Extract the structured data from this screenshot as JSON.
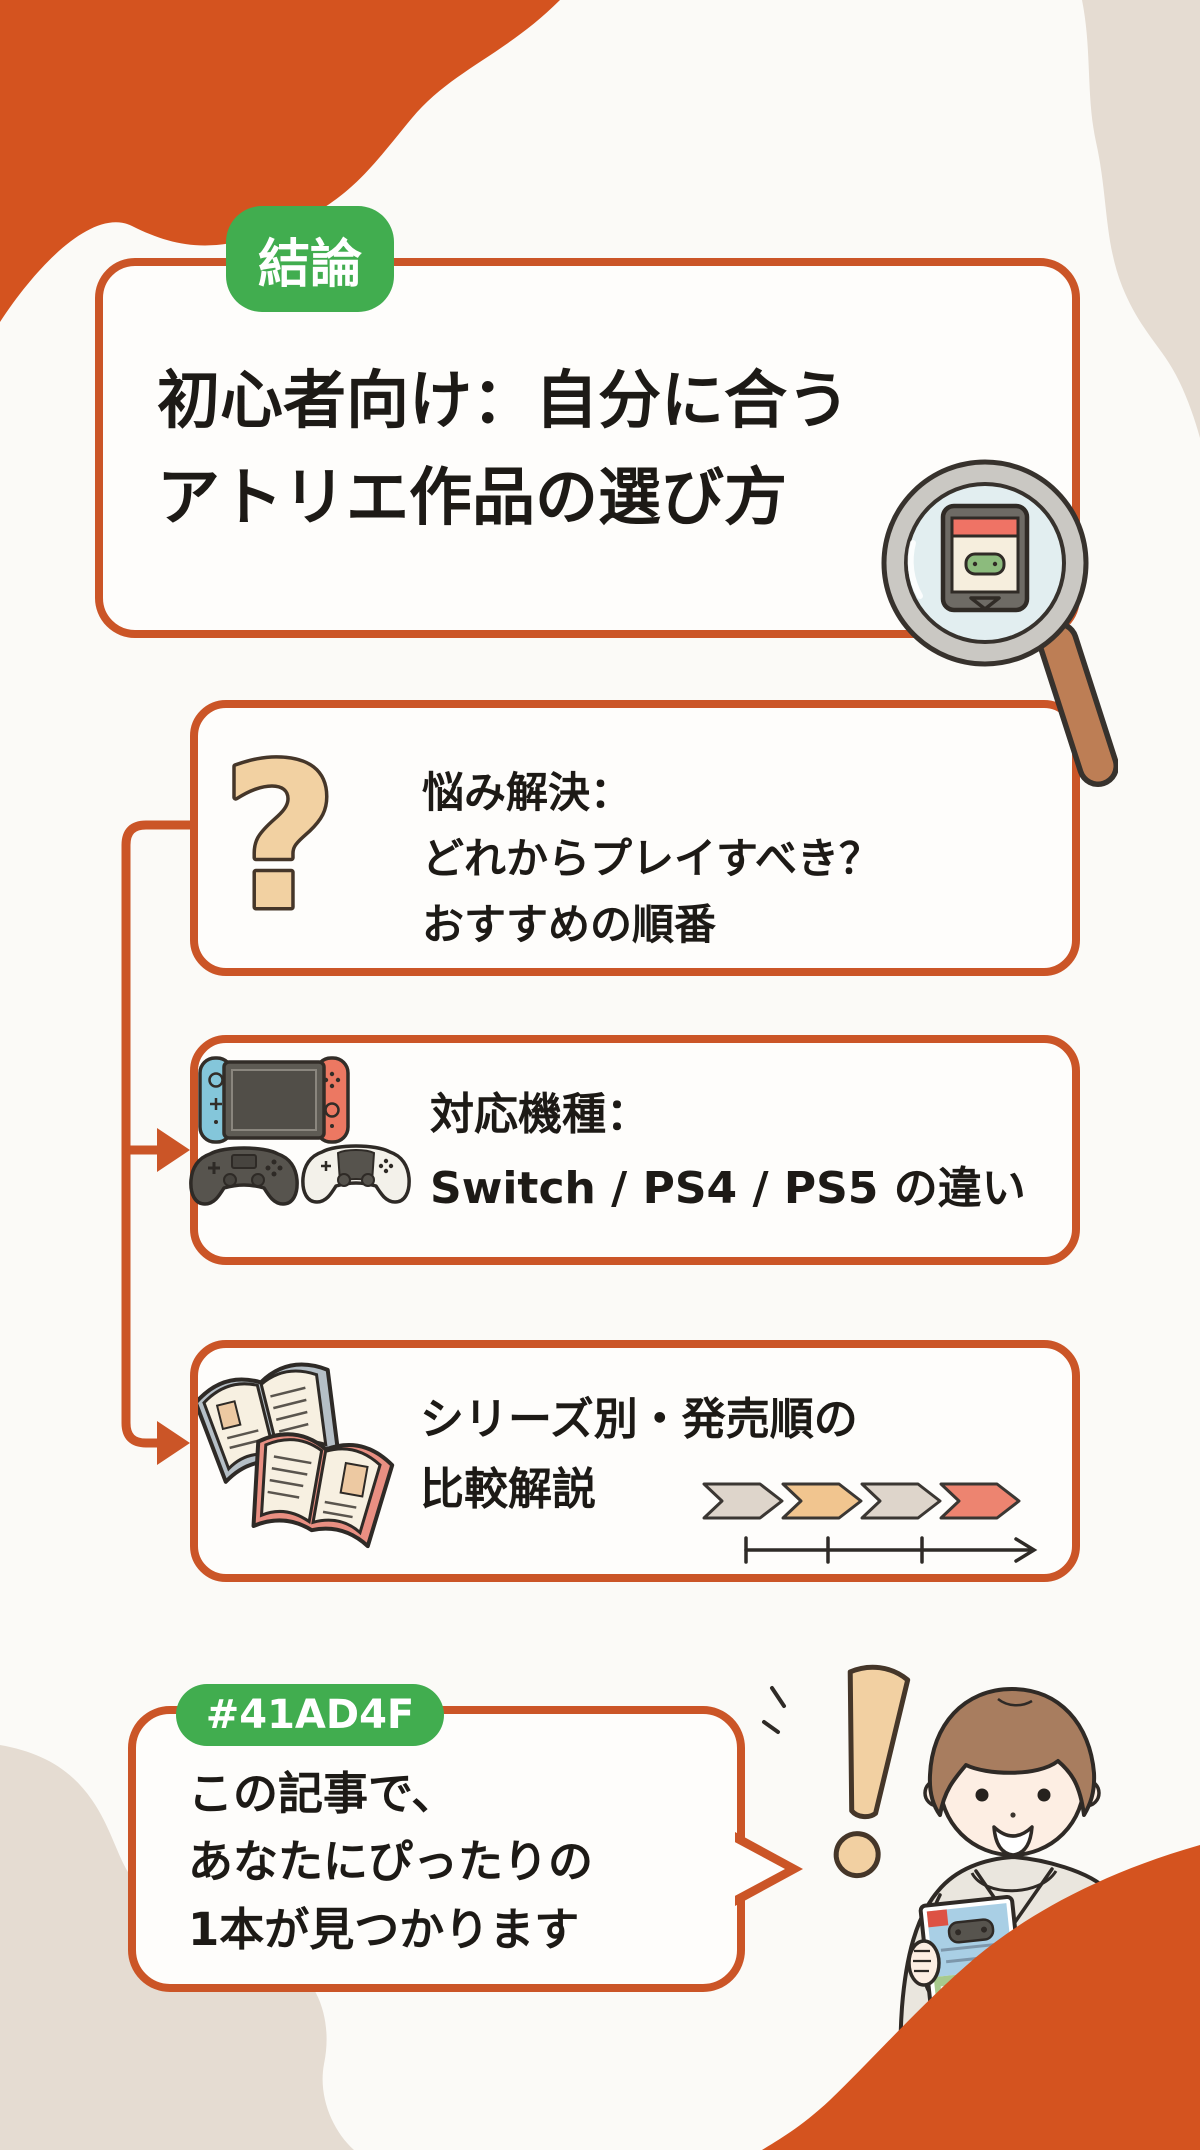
{
  "badge_conclusion": {
    "label": "結論"
  },
  "title": {
    "line1": "初心者向け：自分に合う",
    "line2": "アトリエ作品の選び方"
  },
  "points": [
    {
      "lines": [
        "悩み解決：",
        "どれからプレイすべき？",
        "おすすめの順番"
      ]
    },
    {
      "lines": [
        "対応機種：",
        "Switch / PS4 / PS5 の違い"
      ]
    },
    {
      "lines": [
        "シリーズ別・発売順の",
        "比較解説"
      ]
    }
  ],
  "bottom": {
    "badge_label": "#41AD4F",
    "lines": [
      "この記事で、",
      "あなたにぴったりの",
      "1本が見つかります"
    ]
  },
  "icons": {
    "question_mark_glyph": "?",
    "names": [
      "magnifier-cartridge-icon",
      "question-mark-icon",
      "switch-console-icon",
      "ps4-controller-icon",
      "ps5-controller-icon",
      "open-books-icon",
      "release-order-chevrons",
      "exclamation-icon",
      "boy-with-game-illustration"
    ]
  },
  "colors": {
    "border_orange": "#cb5527",
    "blob_orange": "#d4531f",
    "blob_beige": "#e5dcd2",
    "badge_green": "#41AD4F",
    "text_dark": "#1d1a16",
    "chevron_gray": "#ded5cb",
    "chevron_tan": "#f1c58f",
    "chevron_salmon": "#ed8470"
  }
}
